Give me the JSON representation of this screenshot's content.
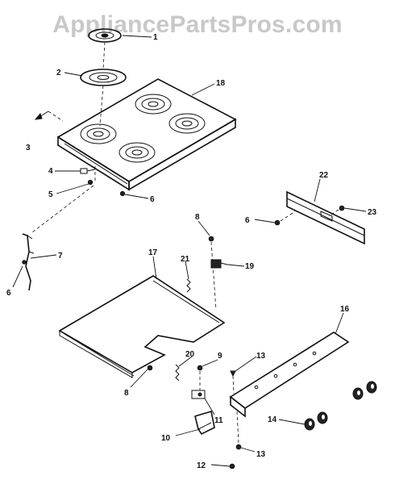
{
  "watermark": "AppliancePartsPros.com",
  "labels": {
    "l1": "1",
    "l2": "2",
    "l3": "3",
    "l4": "4",
    "l5": "5",
    "l6a": "6",
    "l7": "7",
    "l6b": "6",
    "l8a": "8",
    "l6c": "6",
    "l22": "22",
    "l23": "23",
    "l17": "17",
    "l21": "21",
    "l19": "19",
    "l18": "18",
    "l16": "16",
    "l20": "20",
    "l9": "9",
    "l13a": "13",
    "l8b": "8",
    "l11": "11",
    "l10": "10",
    "l14": "14",
    "l13b": "13",
    "l12": "12"
  }
}
